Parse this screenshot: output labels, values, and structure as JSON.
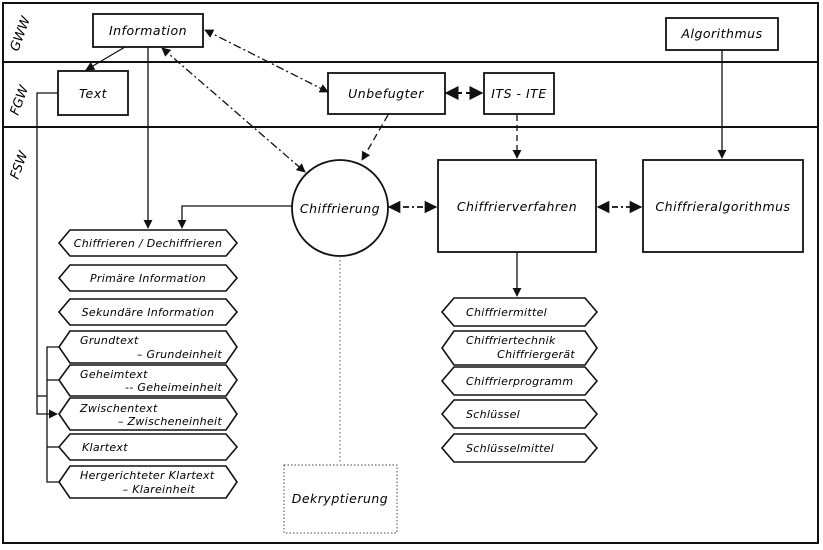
{
  "zones": {
    "gww": "GWW",
    "fgw": "FGW",
    "fsw": "FSW"
  },
  "nodes": {
    "information": "Information",
    "algorithmus": "Algorithmus",
    "text": "Text",
    "unbefugter": "Unbefugter",
    "its_ite": "ITS - ITE",
    "chiffrierung": "Chiffrierung",
    "chiffrierverfahren": "Chiffrierverfahren",
    "chiffrieralgorithmus": "Chiffrieralgorithmus",
    "dekryptierung": "Dekryptierung"
  },
  "left_list": [
    {
      "line1": "Chiffrieren / Dechiffrieren",
      "line2": ""
    },
    {
      "line1": "Primäre Information",
      "line2": ""
    },
    {
      "line1": "Sekundäre Information",
      "line2": ""
    },
    {
      "line1": "Grundtext",
      "line2": "– Grundeinheit"
    },
    {
      "line1": "Geheimtext",
      "line2": "-- Geheimeinheit"
    },
    {
      "line1": "Zwischentext",
      "line2": "– Zwischeneinheit"
    },
    {
      "line1": "Klartext",
      "line2": ""
    },
    {
      "line1": "Hergerichteter Klartext",
      "line2": "– Klareinheit"
    }
  ],
  "right_list": [
    {
      "line1": "Chiffriermittel",
      "line2": ""
    },
    {
      "line1": "Chiffriertechnik",
      "line2": "Chiffriergerät"
    },
    {
      "line1": "Chiffrierprogramm",
      "line2": ""
    },
    {
      "line1": "Schlüssel",
      "line2": ""
    },
    {
      "line1": "Schlüsselmittel",
      "line2": ""
    }
  ]
}
